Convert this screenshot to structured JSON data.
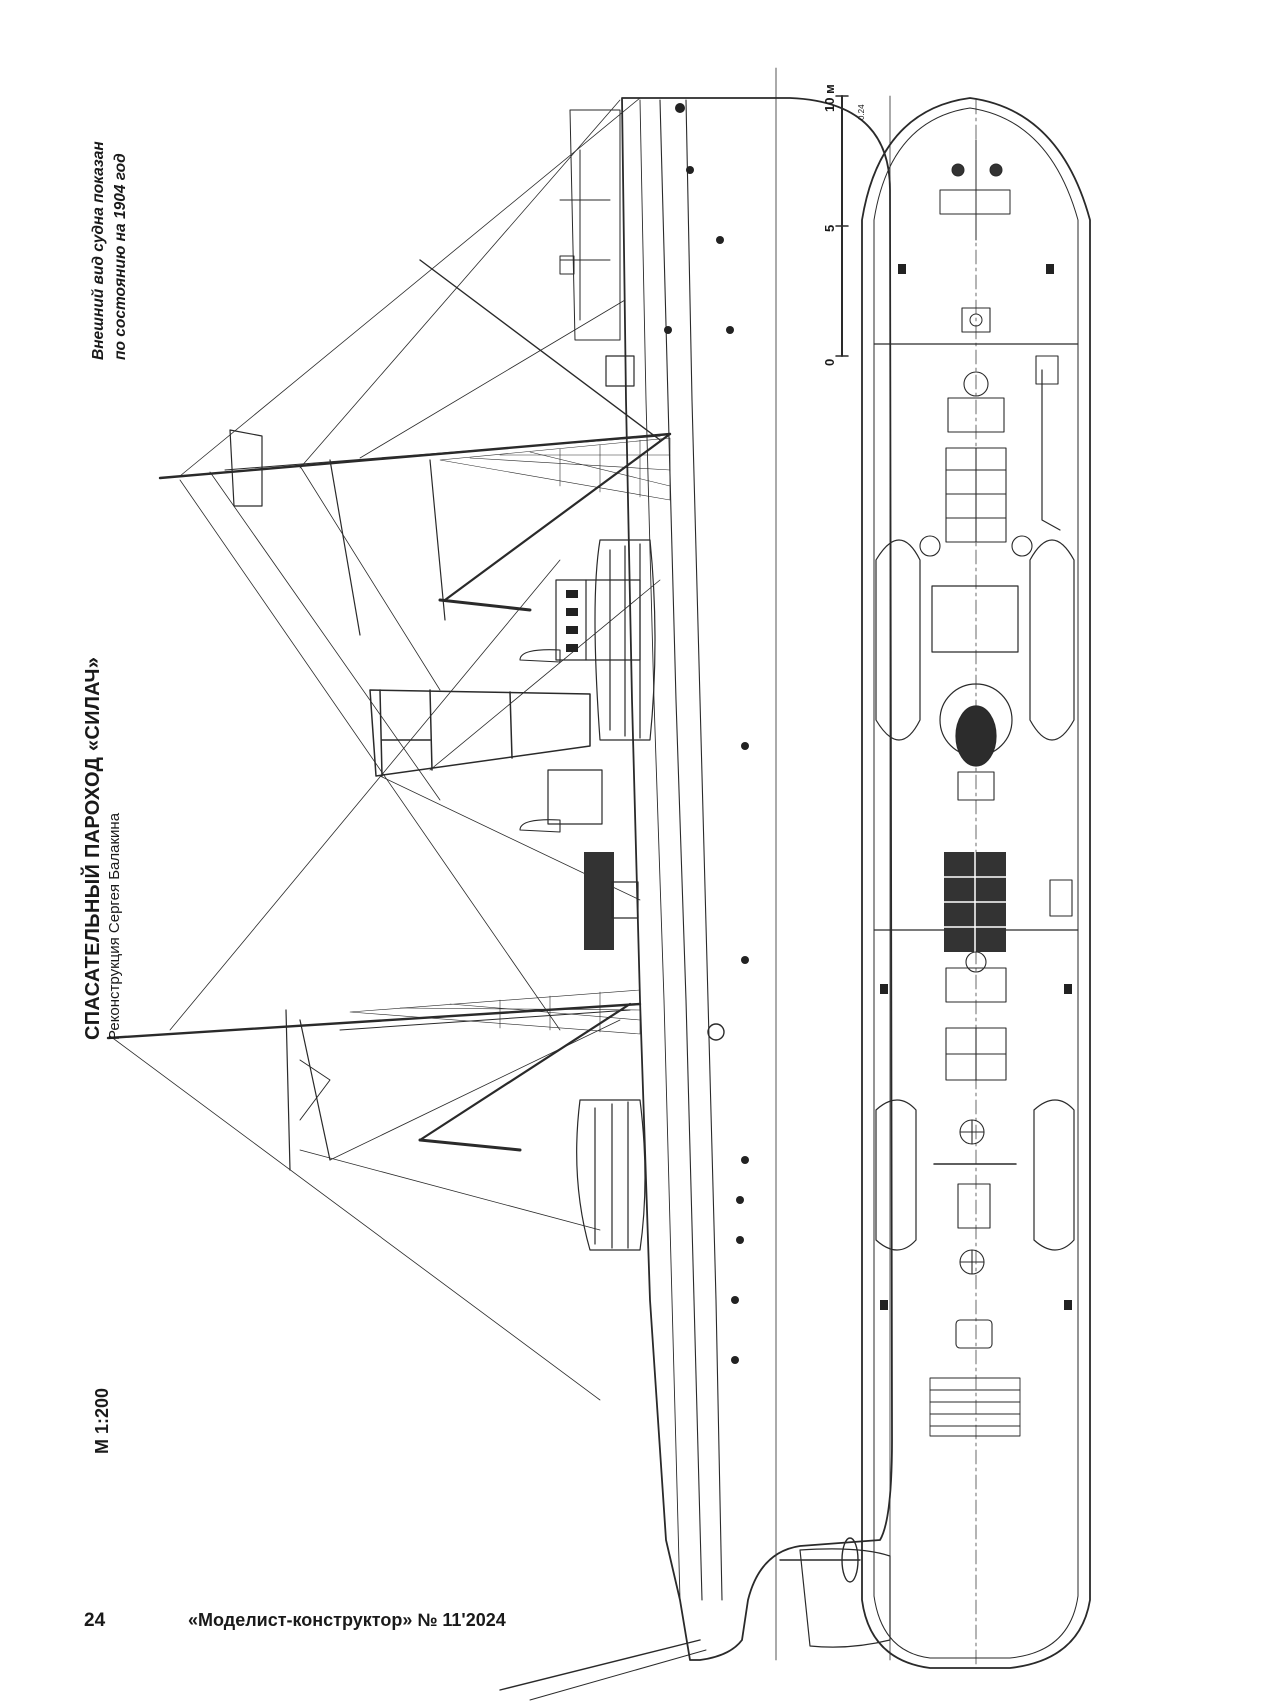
{
  "header": {
    "title": "СПАСАТЕЛЬНЫЙ ПАРОХОД «СИЛАЧ»",
    "subtitle": "Реконструкция Сергея Балакина",
    "note_line1": "Внешний вид судна показан",
    "note_line2": "по состоянию на 1904 год",
    "scale": "М 1:200"
  },
  "scale_bar": {
    "ticks": [
      "0",
      "5",
      "10 м"
    ],
    "code": "0.24"
  },
  "footer": {
    "page_number": "24",
    "magazine": "«Моделист-конструктор» № 11'2024"
  },
  "colors": {
    "line": "#2a2a2a",
    "fill_dark": "#333333",
    "paper": "#ffffff"
  }
}
